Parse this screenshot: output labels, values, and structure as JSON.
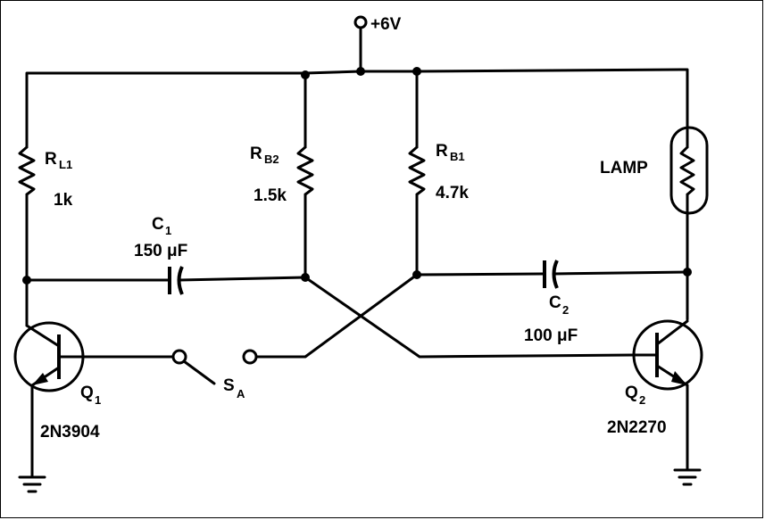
{
  "supply": {
    "label": "+6V"
  },
  "components": {
    "rl1": {
      "name": "R",
      "sub": "L1",
      "value": "1k"
    },
    "rb2": {
      "name": "R",
      "sub": "B2",
      "value": "1.5k"
    },
    "rb1": {
      "name": "R",
      "sub": "B1",
      "value": "4.7k"
    },
    "lamp": {
      "label": "LAMP"
    },
    "c1": {
      "name": "C",
      "sub": "1",
      "value": "150 μF"
    },
    "c2": {
      "name": "C",
      "sub": "2",
      "value": "100 μF"
    },
    "q1": {
      "name": "Q",
      "sub": "1",
      "part": "2N3904"
    },
    "q2": {
      "name": "Q",
      "sub": "2",
      "part": "2N2270"
    },
    "sa": {
      "name": "S",
      "sub": "A"
    }
  }
}
